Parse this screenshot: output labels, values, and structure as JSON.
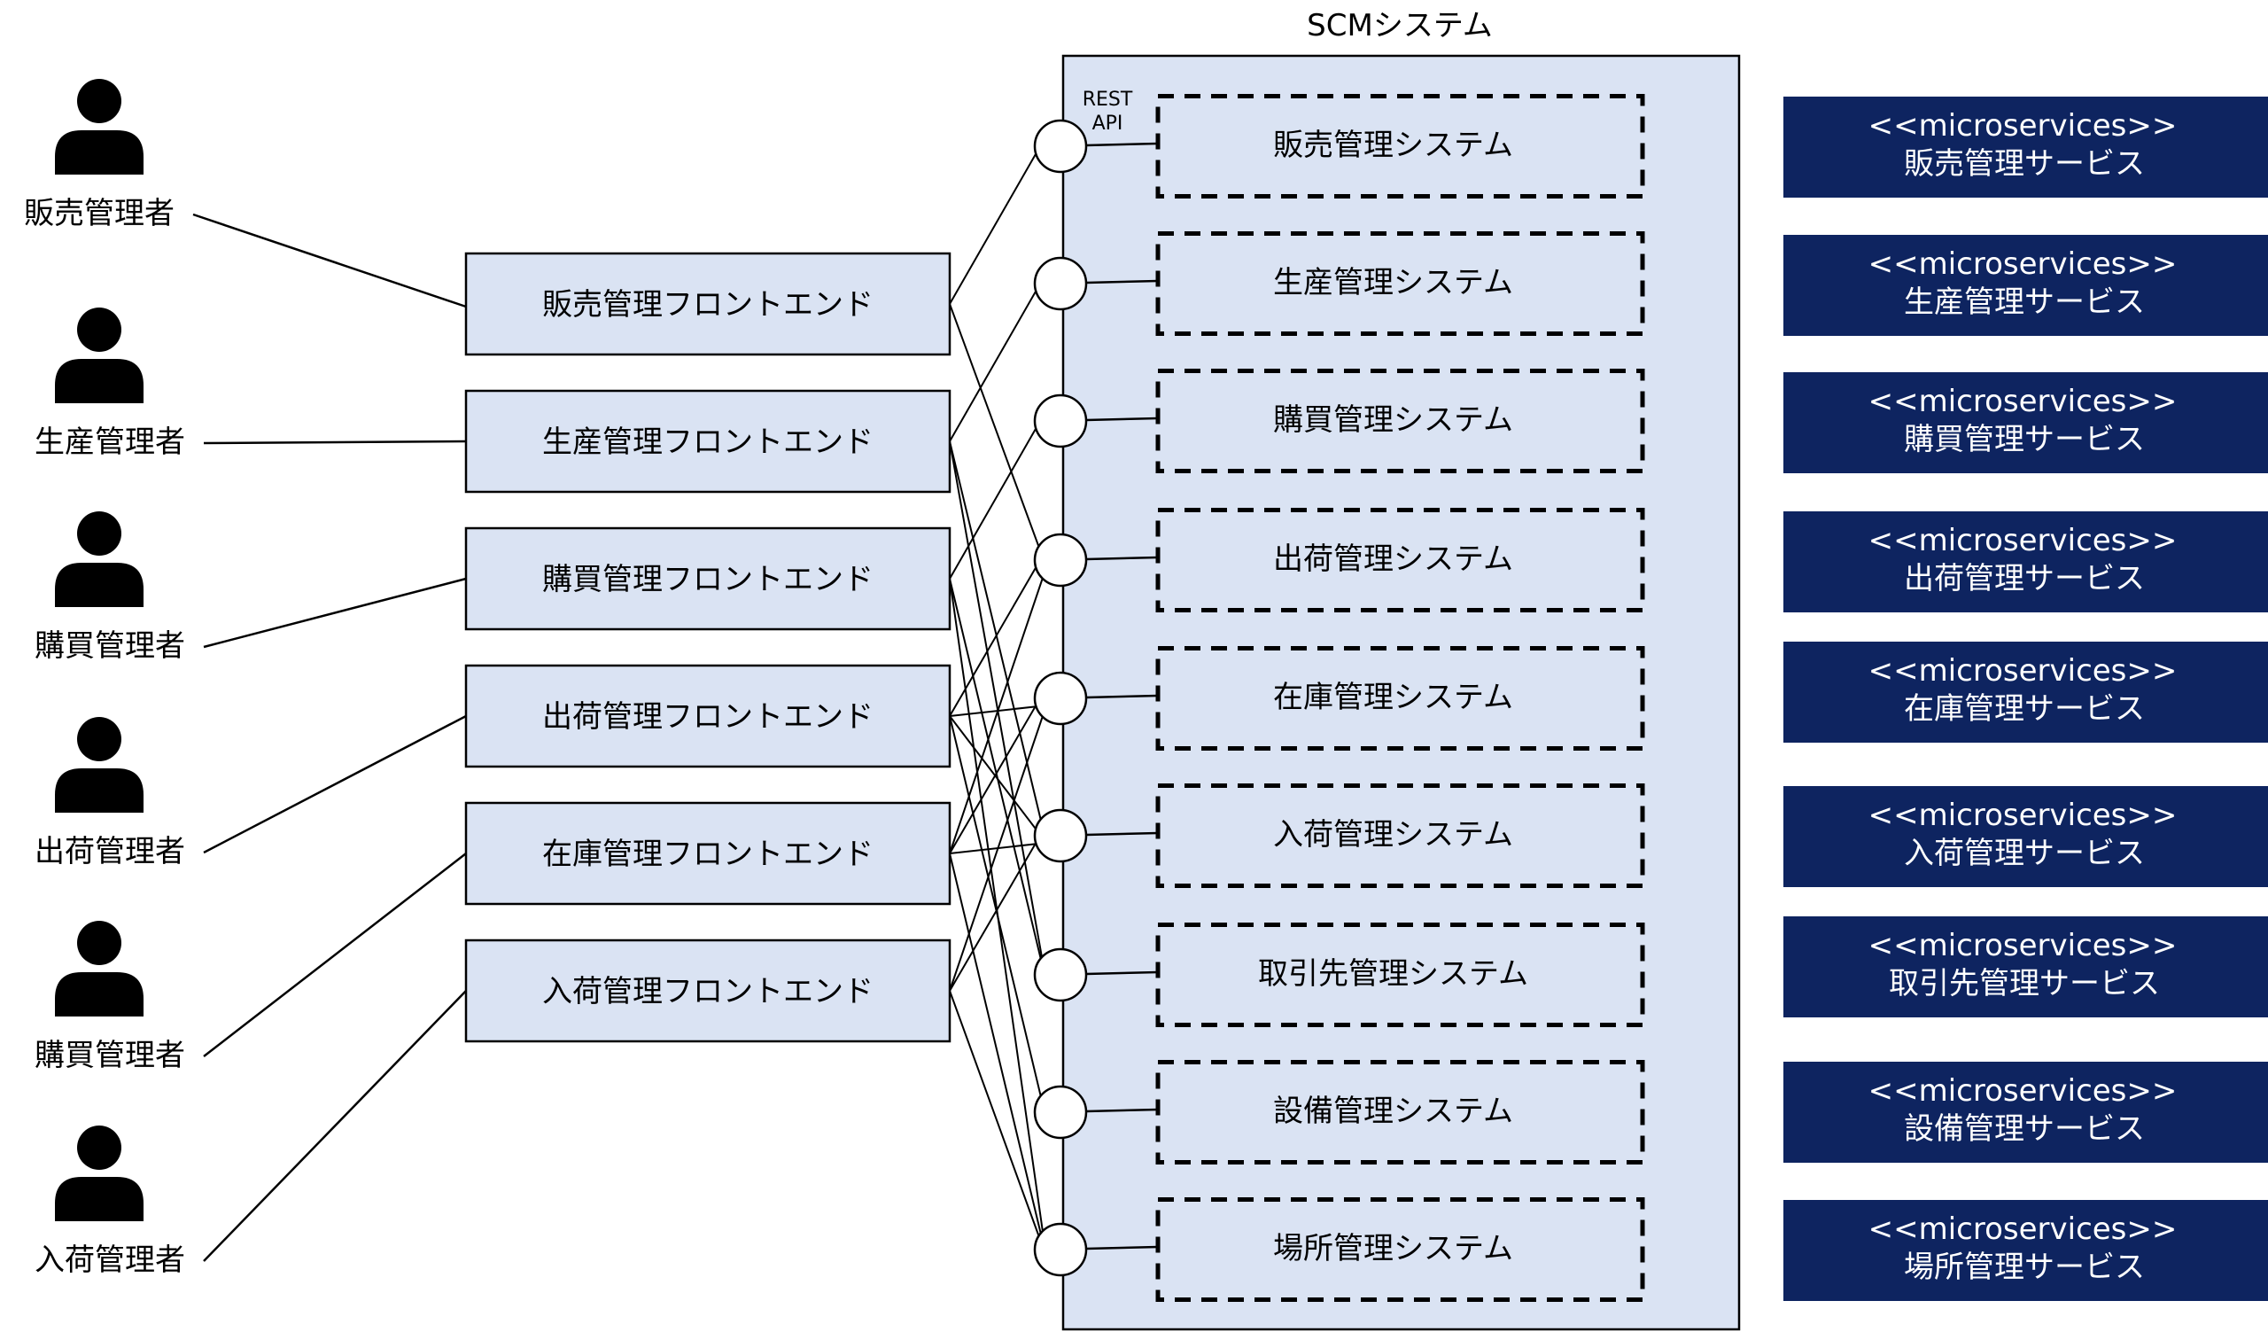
{
  "system": {
    "title": "SCMシステム",
    "api_label": [
      "REST",
      "API"
    ]
  },
  "actors": [
    "販売管理者",
    "生産管理者",
    "購買管理者",
    "出荷管理者",
    "購買管理者",
    "入荷管理者"
  ],
  "frontends": [
    "販売管理フロントエンド",
    "生産管理フロントエンド",
    "購買管理フロントエンド",
    "出荷管理フロントエンド",
    "在庫管理フロントエンド",
    "入荷管理フロントエンド"
  ],
  "subsystems": [
    "販売管理システム",
    "生産管理システム",
    "購買管理システム",
    "出荷管理システム",
    "在庫管理システム",
    "入荷管理システム",
    "取引先管理システム",
    "設備管理システム",
    "場所管理システム"
  ],
  "services": [
    {
      "stereotype": "<<microservices>>",
      "name": "販売管理サービス"
    },
    {
      "stereotype": "<<microservices>>",
      "name": "生産管理サービス"
    },
    {
      "stereotype": "<<microservices>>",
      "name": "購買管理サービス"
    },
    {
      "stereotype": "<<microservices>>",
      "name": "出荷管理サービス"
    },
    {
      "stereotype": "<<microservices>>",
      "name": "在庫管理サービス"
    },
    {
      "stereotype": "<<microservices>>",
      "name": "入荷管理サービス"
    },
    {
      "stereotype": "<<microservices>>",
      "name": "取引先管理サービス"
    },
    {
      "stereotype": "<<microservices>>",
      "name": "設備管理サービス"
    },
    {
      "stereotype": "<<microservices>>",
      "name": "場所管理サービス"
    }
  ],
  "frontend_to_api": [
    [
      0,
      0
    ],
    [
      0,
      3
    ],
    [
      1,
      1
    ],
    [
      1,
      5
    ],
    [
      1,
      6
    ],
    [
      2,
      2
    ],
    [
      2,
      6
    ],
    [
      2,
      8
    ],
    [
      3,
      3
    ],
    [
      3,
      4
    ],
    [
      3,
      5
    ],
    [
      3,
      7
    ],
    [
      4,
      3
    ],
    [
      4,
      4
    ],
    [
      4,
      5
    ],
    [
      4,
      8
    ],
    [
      5,
      4
    ],
    [
      5,
      5
    ],
    [
      5,
      8
    ]
  ],
  "colors": {
    "box_fill": "#dae3f3",
    "line": "#000000",
    "service_fill": "#0e2460",
    "service_text": "#ffffff"
  }
}
